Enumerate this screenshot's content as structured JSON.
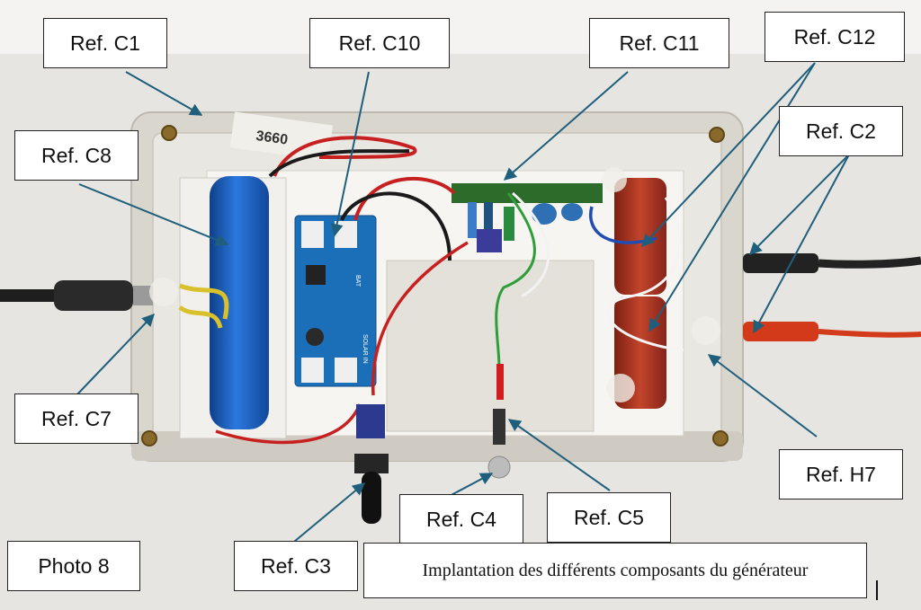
{
  "labels": {
    "c1": "Ref. C1",
    "c10": "Ref. C10",
    "c11": "Ref. C11",
    "c12": "Ref. C12",
    "c2": "Ref. C2",
    "c8": "Ref. C8",
    "c7": "Ref. C7",
    "h7": "Ref. H7",
    "c4": "Ref. C4",
    "c5": "Ref. C5",
    "c3": "Ref. C3",
    "photo": "Photo 8"
  },
  "case_sticker": "3660",
  "battery_labels": [
    "BAT",
    "SOLAR IN"
  ],
  "caption": "Implantation des différents composants du générateur",
  "colors": {
    "background": "#e7e6e2",
    "enclosure": "#dedbd3",
    "arrow": "#1f5f7c",
    "battery": "#1c62c4",
    "pcb": "#1b6fb8",
    "capacitor_red": "#b3341f"
  }
}
